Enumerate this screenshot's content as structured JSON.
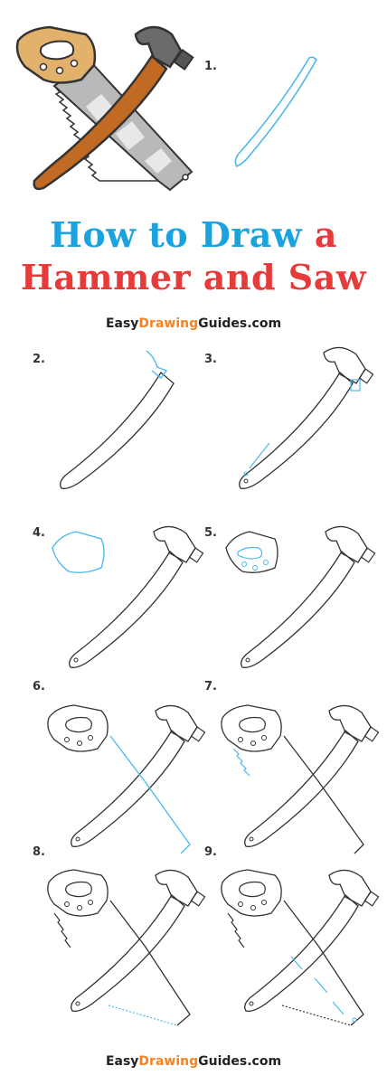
{
  "title": {
    "line1_part1": "How to Draw",
    "line1_part2": "a",
    "line2": "Hammer and Saw"
  },
  "brand": {
    "easy": "Easy",
    "drawing": "Drawing",
    "guides": "Guides",
    "com": ".com"
  },
  "colors": {
    "title_blue": "#1ba3e0",
    "title_red": "#e63b3b",
    "brand_dark": "#222222",
    "brand_orange": "#f58220",
    "new_stroke": "#4cb8ec",
    "ink": "#333333",
    "handle_wood": "#c16a24",
    "saw_handle": "#e2b26c",
    "blade_gray": "#b3b3b3",
    "head_gray": "#6b6b6b"
  },
  "steps": [
    "1.",
    "2.",
    "3.",
    "4.",
    "5.",
    "6.",
    "7.",
    "8.",
    "9."
  ]
}
